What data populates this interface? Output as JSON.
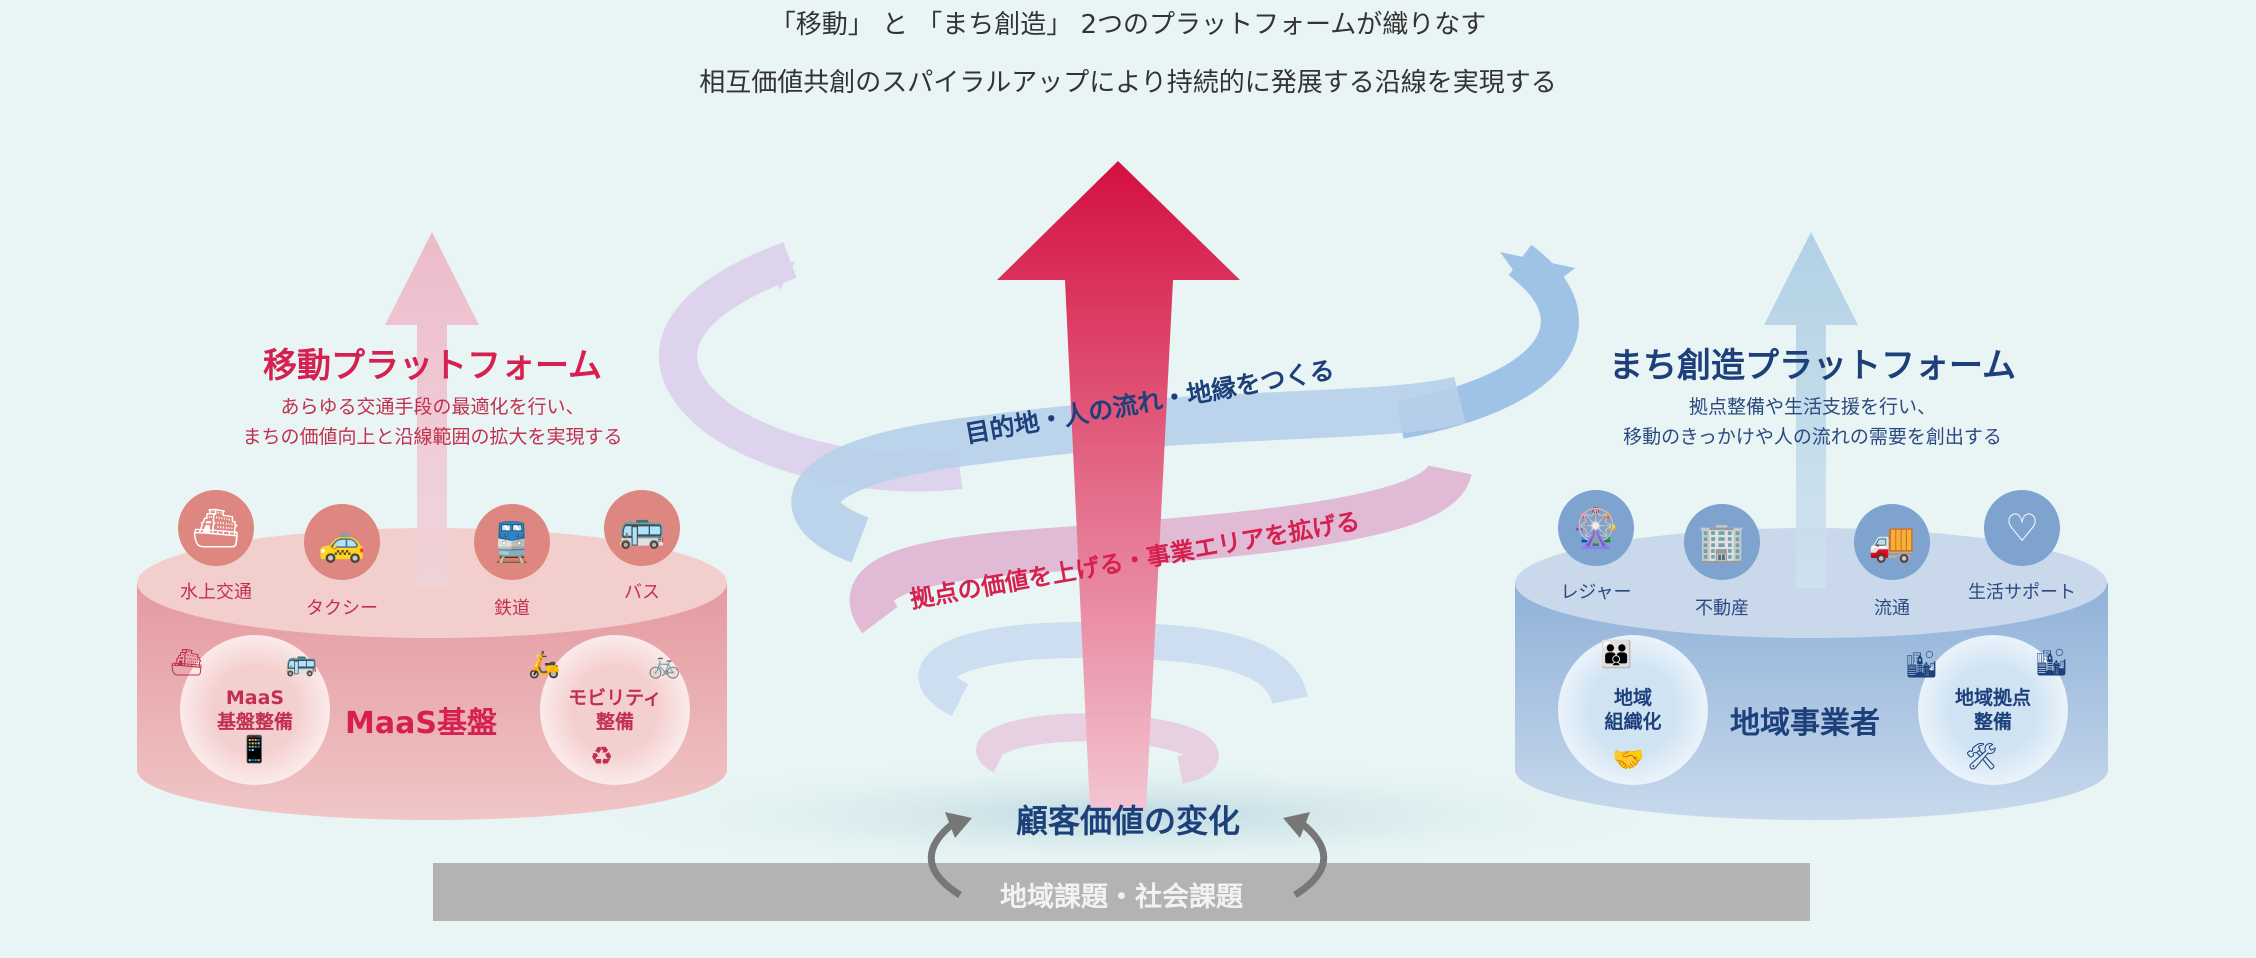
{
  "header": {
    "line1": "「移動」 と 「まち創造」 2つのプラットフォームが織りなす",
    "line2": "相互価値共創のスパイラルアップにより持続的に発展する沿線を実現する"
  },
  "left": {
    "title": "移動プラットフォーム",
    "desc1": "あらゆる交通手段の最適化を行い、",
    "desc2": "まちの価値向上と沿線範囲の拡大を実現する",
    "items": [
      {
        "label": "水上交通",
        "icon": "ship-icon"
      },
      {
        "label": "タクシー",
        "icon": "taxi-icon"
      },
      {
        "label": "鉄道",
        "icon": "train-icon"
      },
      {
        "label": "バス",
        "icon": "bus-icon"
      }
    ],
    "circle1": "MaaS\n基盤整備",
    "circle2": "モビリティ\n整備",
    "center": "MaaS基盤",
    "color": "#d6204f"
  },
  "right": {
    "title": "まち創造プラットフォーム",
    "desc1": "拠点整備や生活支援を行い、",
    "desc2": "移動のきっかけや人の流れの需要を創出する",
    "items": [
      {
        "label": "レジャー",
        "icon": "ferris-wheel-icon"
      },
      {
        "label": "不動産",
        "icon": "building-icon"
      },
      {
        "label": "流通",
        "icon": "truck-icon"
      },
      {
        "label": "生活サポート",
        "icon": "heart-hand-icon"
      }
    ],
    "circle1": "地域\n組織化",
    "circle2": "地域拠点\n整備",
    "center": "地域事業者",
    "color": "#1d3f7a"
  },
  "spiral": {
    "blue_label": "目的地・人の流れ・地縁をつくる",
    "pink_label": "拠点の価値を上げる・事業エリアを拡げる"
  },
  "bottom": {
    "value": "顧客価値の変化",
    "base": "地域課題・社会課題"
  }
}
